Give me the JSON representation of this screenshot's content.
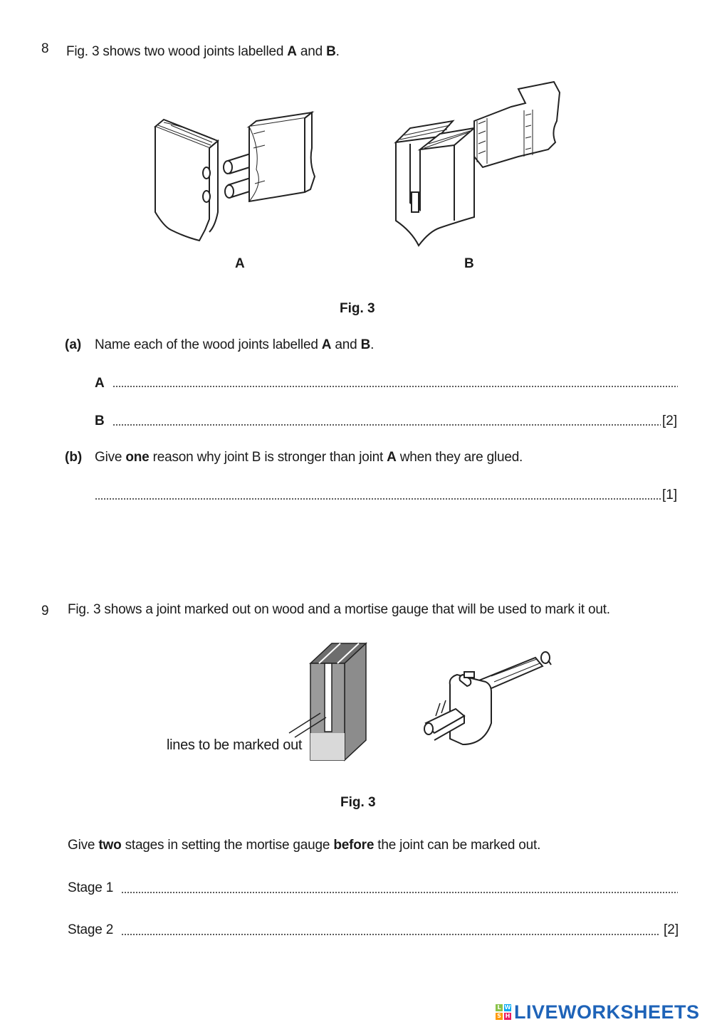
{
  "q8": {
    "number": "8",
    "intro_a": "Fig. 3 shows two wood joints labelled ",
    "intro_b": "A",
    "intro_c": " and ",
    "intro_d": "B",
    "intro_e": ".",
    "label_a": "A",
    "label_b": "B",
    "fig_caption": "Fig. 3",
    "part_a_tag": "(a)",
    "part_a_text_1": "Name each of the wood joints labelled ",
    "part_a_text_2": "A",
    "part_a_text_3": " and ",
    "part_a_text_4": "B",
    "part_a_text_5": ".",
    "answer_a_label": "A",
    "answer_b_label": "B",
    "answer_b_marks": "[2]",
    "part_b_tag": "(b)",
    "part_b_text_1": "Give ",
    "part_b_text_2": "one",
    "part_b_text_3": " reason why joint B is stronger than joint ",
    "part_b_text_4": "A",
    "part_b_text_5": " when they are glued.",
    "part_b_marks": "[1]"
  },
  "q9": {
    "number": "9",
    "intro": "Fig. 3 shows a joint marked out on wood and a mortise gauge that will be used to mark it out.",
    "annotation": "lines to be marked out",
    "fig_caption": "Fig. 3",
    "prompt_1": "Give ",
    "prompt_2": "two",
    "prompt_3": " stages in setting the mortise gauge ",
    "prompt_4": "before",
    "prompt_5": " the joint can be marked out.",
    "stage1_label": "Stage 1",
    "stage2_label": "Stage 2",
    "stage_marks": "[2]"
  },
  "watermark": {
    "text": "LIVEWORKSHEETS",
    "blocks": [
      "L",
      "W",
      "S",
      "H"
    ],
    "block_colors": [
      "#8bc34a",
      "#03a9f4",
      "#ff9800",
      "#e91e63"
    ],
    "text_color": "#1e63b8"
  }
}
